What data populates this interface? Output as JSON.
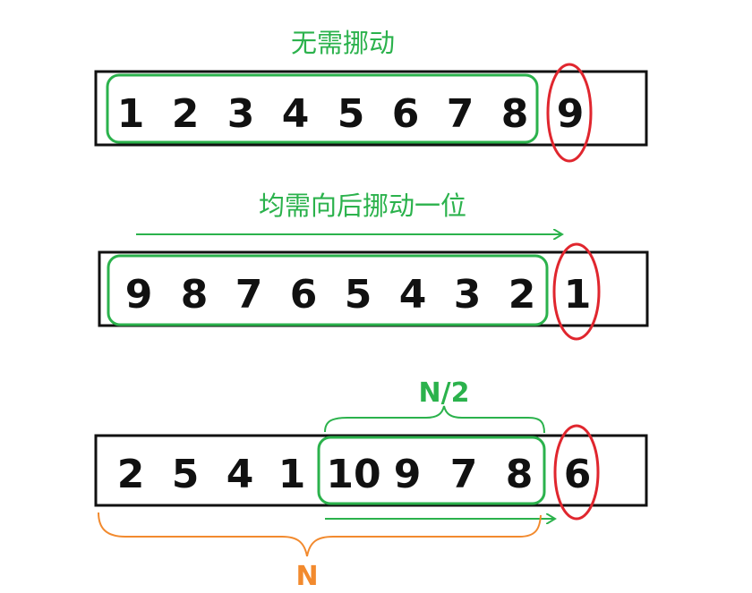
{
  "colors": {
    "green": "#2bb24c",
    "red": "#e0262e",
    "orange": "#f28a2e",
    "black": "#111111"
  },
  "diagram": {
    "row1": {
      "caption": "无需挪动",
      "digits": [
        "1",
        "2",
        "3",
        "4",
        "5",
        "6",
        "7",
        "8"
      ],
      "last": "9"
    },
    "row2": {
      "caption": "均需向后挪动一位",
      "digits": [
        "9",
        "8",
        "7",
        "6",
        "5",
        "4",
        "3",
        "2"
      ],
      "last": "1"
    },
    "row3": {
      "digits": [
        "2",
        "5",
        "4",
        "1",
        "10",
        "9",
        "7",
        "8"
      ],
      "last": "6",
      "half_label": "N/2",
      "full_label": "N"
    }
  }
}
